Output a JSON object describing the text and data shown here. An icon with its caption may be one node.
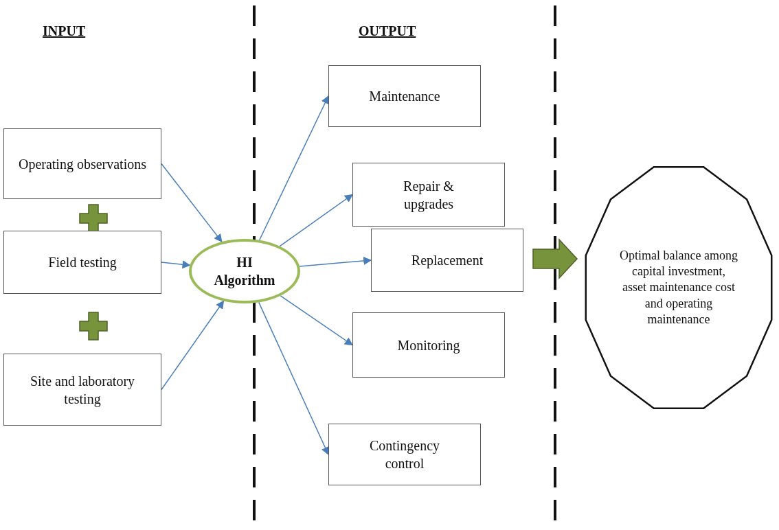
{
  "diagram": {
    "nodes": [
      {
        "text": [
          "Operating observations"
        ]
      },
      {
        "text": [
          "Field testing"
        ]
      },
      {
        "text": [
          "Site and laboratory testing"
        ]
      },
      {
        "text": [
          "HI Algorithm"
        ]
      },
      {
        "text": [
          "Maintenance"
        ]
      },
      {
        "text": [
          "Repair & upgrades"
        ]
      },
      {
        "text": [
          "Replacement"
        ]
      },
      {
        "text": [
          "Monitoring"
        ]
      },
      {
        "text": [
          "Contingency control"
        ]
      },
      {
        "text": [
          "Optimal balance among capital investment, asset maintenance cost and operating maintenance"
        ]
      }
    ],
    "edges": [
      {
        "from": 0,
        "to": 3,
        "arrow": "to"
      },
      {
        "from": 1,
        "to": 3,
        "arrow": "to"
      },
      {
        "from": 2,
        "to": 3,
        "arrow": "to"
      },
      {
        "from": 3,
        "to": 4,
        "arrow": "to"
      },
      {
        "from": 3,
        "to": 5,
        "arrow": "to"
      },
      {
        "from": 3,
        "to": 6,
        "arrow": "to"
      },
      {
        "from": 3,
        "to": 7,
        "arrow": "to"
      },
      {
        "from": 3,
        "to": 8,
        "arrow": "to"
      },
      {
        "from": 6,
        "to": 9,
        "arrow": "to",
        "style": "thick",
        "color": "#77933c"
      }
    ],
    "labels": [
      "INPUT",
      "OUTPUT"
    ]
  }
}
